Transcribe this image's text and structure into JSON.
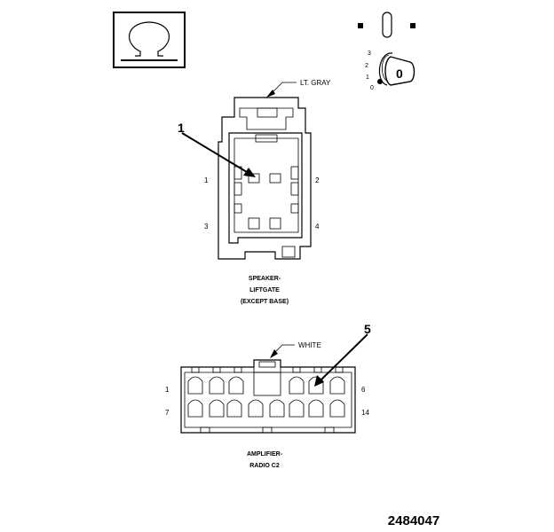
{
  "speaker_connector": {
    "wire_color": "LT. GRAY",
    "pins": {
      "p1": "1",
      "p2": "2",
      "p3": "3",
      "p4": "4"
    },
    "caption": [
      "SPEAKER-",
      "LIFTGATE",
      "(EXCEPT BASE)"
    ]
  },
  "amplifier_connector": {
    "wire_color": "WHITE",
    "pins": {
      "p1": "1",
      "p6": "6",
      "p7": "7",
      "p14": "14"
    },
    "caption": [
      "AMPLIFIER-",
      "RADIO C2"
    ]
  },
  "callouts": {
    "c1": "1",
    "c5": "5"
  },
  "key_switch": {
    "positions": {
      "p3": "3",
      "p2": "2",
      "p1": "1",
      "p0": "0"
    },
    "key_label": "0"
  },
  "figure_number": "2484047",
  "symbols": {
    "ohm_icon": "ohm-symbol"
  }
}
